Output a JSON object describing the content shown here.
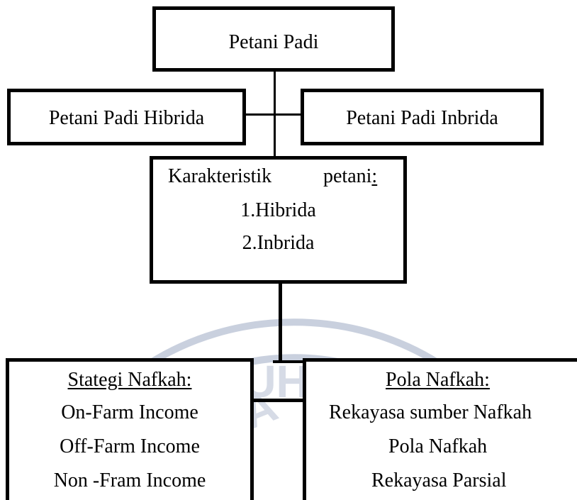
{
  "top": {
    "label": "Petani Padi"
  },
  "left": {
    "label": "Petani Padi Hibrida"
  },
  "right": {
    "label": "Petani Padi Inbrida"
  },
  "karakteristik": {
    "word1": "Karakteristik",
    "word2": "petani",
    "colon": ":",
    "items": [
      "1.Hibrida",
      "2.Inbrida"
    ]
  },
  "strategi": {
    "title": "Stategi Nafkah:",
    "items": [
      "On-Farm Income",
      "Off-Farm Income",
      "Non -Fram Income"
    ]
  },
  "pola": {
    "title": "Pola Nafkah:",
    "items": [
      "Rekayasa sumber Nafkah",
      "Pola Nafkah",
      "Rekayasa Parsial"
    ]
  },
  "watermark": {
    "text": "UNIVERSITAS MUHAMMADIYAH MAKASSAR",
    "color": "#c9d0de"
  }
}
